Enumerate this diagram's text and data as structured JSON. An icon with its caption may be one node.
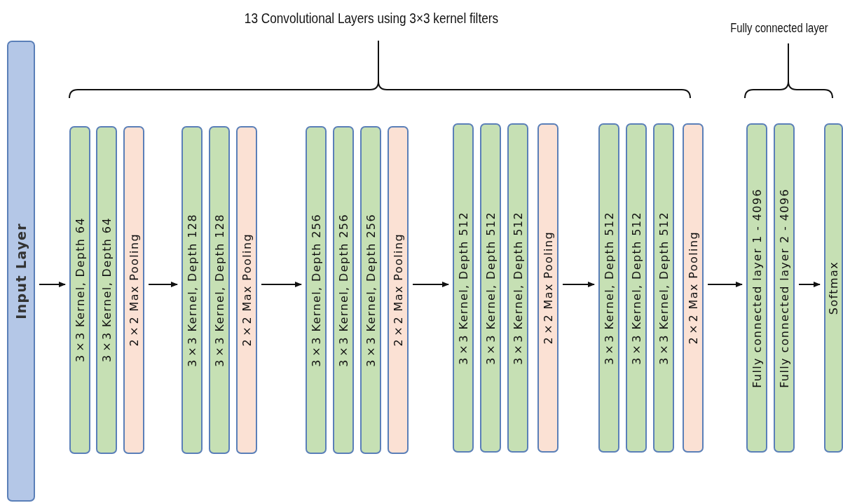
{
  "diagram": {
    "nodes": [
      {
        "text": [
          "Input Layer"
        ]
      },
      {
        "text": [
          "3×3 Kernel, Depth 64"
        ]
      },
      {
        "text": [
          "3×3 Kernel, Depth 64"
        ]
      },
      {
        "text": [
          "2×2 Max Pooling"
        ]
      },
      {
        "text": [
          "3×3 Kernel, Depth 128"
        ]
      },
      {
        "text": [
          "3×3 Kernel, Depth 128"
        ]
      },
      {
        "text": [
          "2×2 Max Pooling"
        ]
      },
      {
        "text": [
          "3×3 Kernel, Depth 256"
        ]
      },
      {
        "text": [
          "3×3 Kernel, Depth 256"
        ]
      },
      {
        "text": [
          "3×3 Kernel, Depth 256"
        ]
      },
      {
        "text": [
          "2×2 Max Pooling"
        ]
      },
      {
        "text": [
          "3×3 Kernel, Depth 512"
        ]
      },
      {
        "text": [
          "3×3 Kernel, Depth 512"
        ]
      },
      {
        "text": [
          "3×3 Kernel, Depth 512"
        ]
      },
      {
        "text": [
          "2×2 Max Pooling"
        ]
      },
      {
        "text": [
          "3×3 Kernel, Depth 512"
        ]
      },
      {
        "text": [
          "3×3 Kernel, Depth 512"
        ]
      },
      {
        "text": [
          "3×3 Kernel, Depth 512"
        ]
      },
      {
        "text": [
          "2×2 Max Pooling"
        ]
      },
      {
        "text": [
          "Fully connected layer 1 - 4096"
        ]
      },
      {
        "text": [
          "Fully connected layer 2 - 4096"
        ]
      },
      {
        "text": [
          "Softmax"
        ]
      }
    ],
    "edges": [
      {
        "from": 0,
        "to": 1,
        "arrow": "to"
      },
      {
        "from": 3,
        "to": 4,
        "arrow": "to"
      },
      {
        "from": 6,
        "to": 7,
        "arrow": "to"
      },
      {
        "from": 10,
        "to": 11,
        "arrow": "to"
      },
      {
        "from": 14,
        "to": 15,
        "arrow": "to"
      },
      {
        "from": 18,
        "to": 19,
        "arrow": "to"
      },
      {
        "from": 20,
        "to": 21,
        "arrow": "to"
      }
    ],
    "labels": [
      "13 Convolutional Layers using 3×3 kernel filters",
      "Fully connected layer"
    ]
  }
}
